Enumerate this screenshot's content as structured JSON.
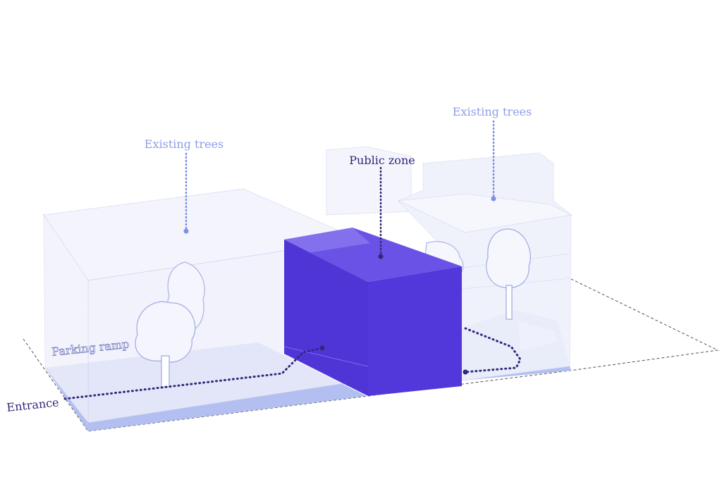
{
  "labels": {
    "existing_trees_left": "Existing trees",
    "existing_trees_right": "Existing trees",
    "public_zone": "Public zone",
    "parking_ramp": "Parking ramp",
    "entrance": "Entrance"
  },
  "colors": {
    "public_zone_fill": "#4f35d6",
    "public_zone_side": "#5a40e0",
    "public_zone_top": "#6a52e6",
    "ground_fill": "#aebcef",
    "ghost_fill": "#eef0fb",
    "ghost_stroke": "#c9cfee",
    "label_dark": "#2e2878",
    "label_light": "#8f9de6",
    "path_dots": "#2e2878"
  }
}
